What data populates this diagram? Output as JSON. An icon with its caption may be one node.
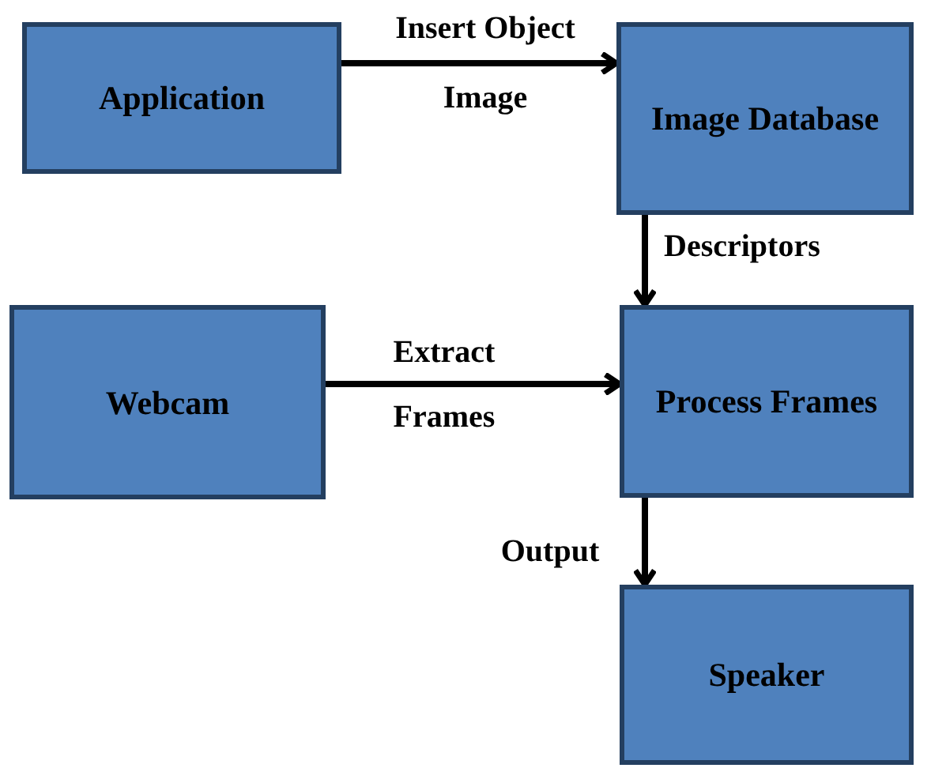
{
  "diagram": {
    "nodes": [
      {
        "text": [
          "Application"
        ]
      },
      {
        "text": [
          "Image Database"
        ]
      },
      {
        "text": [
          "Webcam"
        ]
      },
      {
        "text": [
          "Process Frames"
        ]
      },
      {
        "text": [
          "Speaker"
        ]
      }
    ],
    "edges": [
      {
        "from": 0,
        "to": 1,
        "arrow": "to",
        "label": "Insert Object Image"
      },
      {
        "from": 1,
        "to": 3,
        "arrow": "to",
        "label": "Descriptors"
      },
      {
        "from": 2,
        "to": 3,
        "arrow": "to",
        "label": "Extract Frames"
      },
      {
        "from": 3,
        "to": 4,
        "arrow": "to",
        "label": "Output"
      }
    ]
  }
}
